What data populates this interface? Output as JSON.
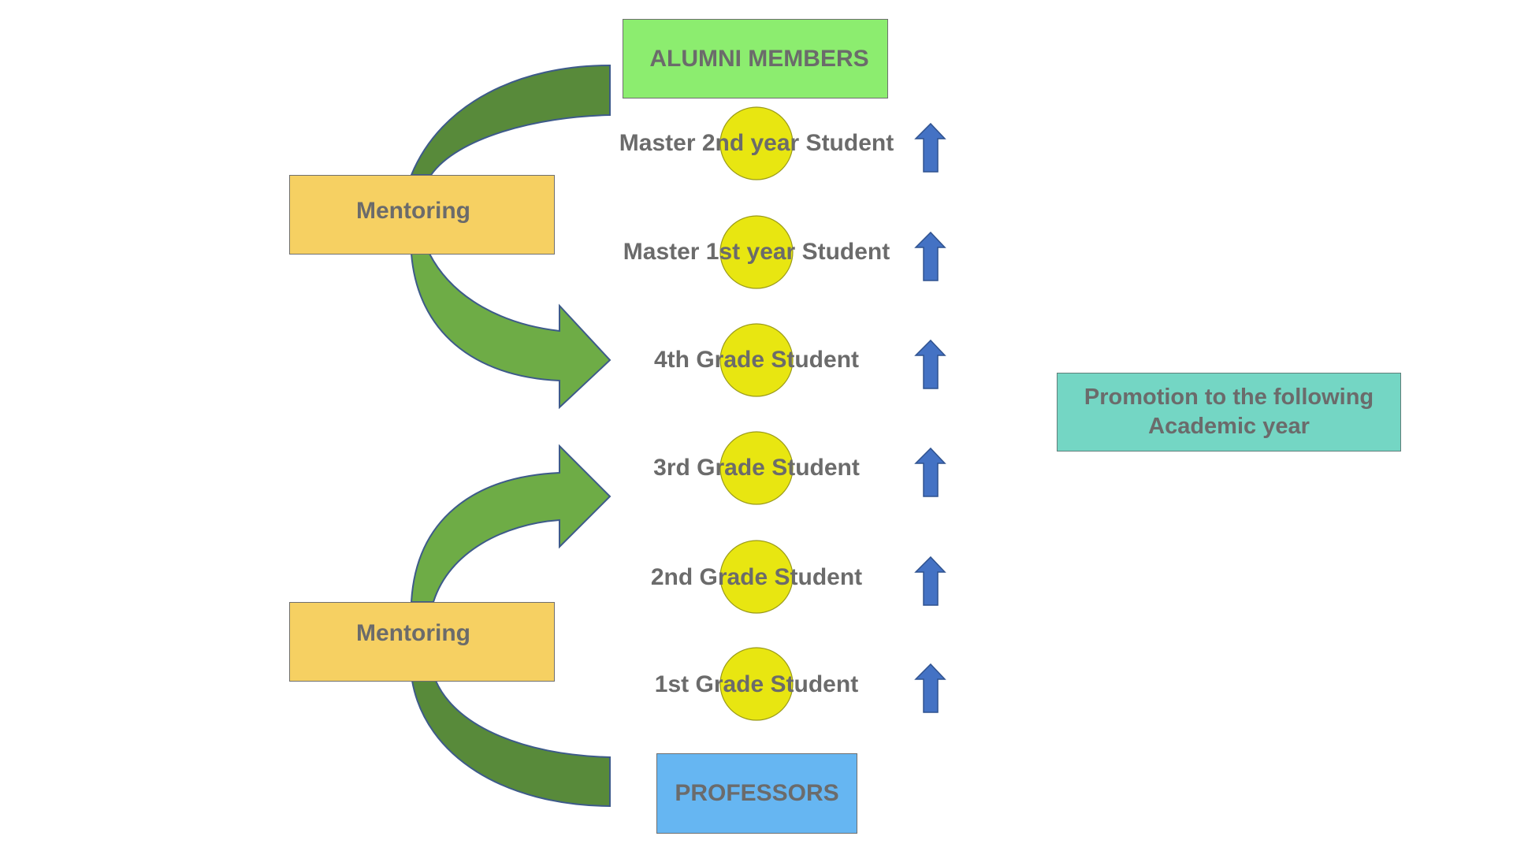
{
  "diagram": {
    "top_node": "ALUMNI MEMBERS",
    "bottom_node": "PROFESSORS",
    "mentoring_labels": [
      "Mentoring",
      "Mentoring"
    ],
    "promotion_label": "Promotion to the following Academic year",
    "students": [
      {
        "label": "Master 2nd year Student"
      },
      {
        "label": "Master 1st year Student"
      },
      {
        "label": "4th Grade Student"
      },
      {
        "label": "3rd Grade Student"
      },
      {
        "label": "2nd Grade Student"
      },
      {
        "label": "1st Grade Student"
      }
    ],
    "colors": {
      "alumni": "#8ced6f",
      "professors": "#66b6f2",
      "mentoring": "#f6d062",
      "promotion": "#74d6c4",
      "student_circle": "#e8e611",
      "promotion_arrow": "#4472c4",
      "mentoring_arrow_dark": "#588a3a",
      "mentoring_arrow_light": "#6eac46",
      "text": "#6b6b6b"
    }
  }
}
